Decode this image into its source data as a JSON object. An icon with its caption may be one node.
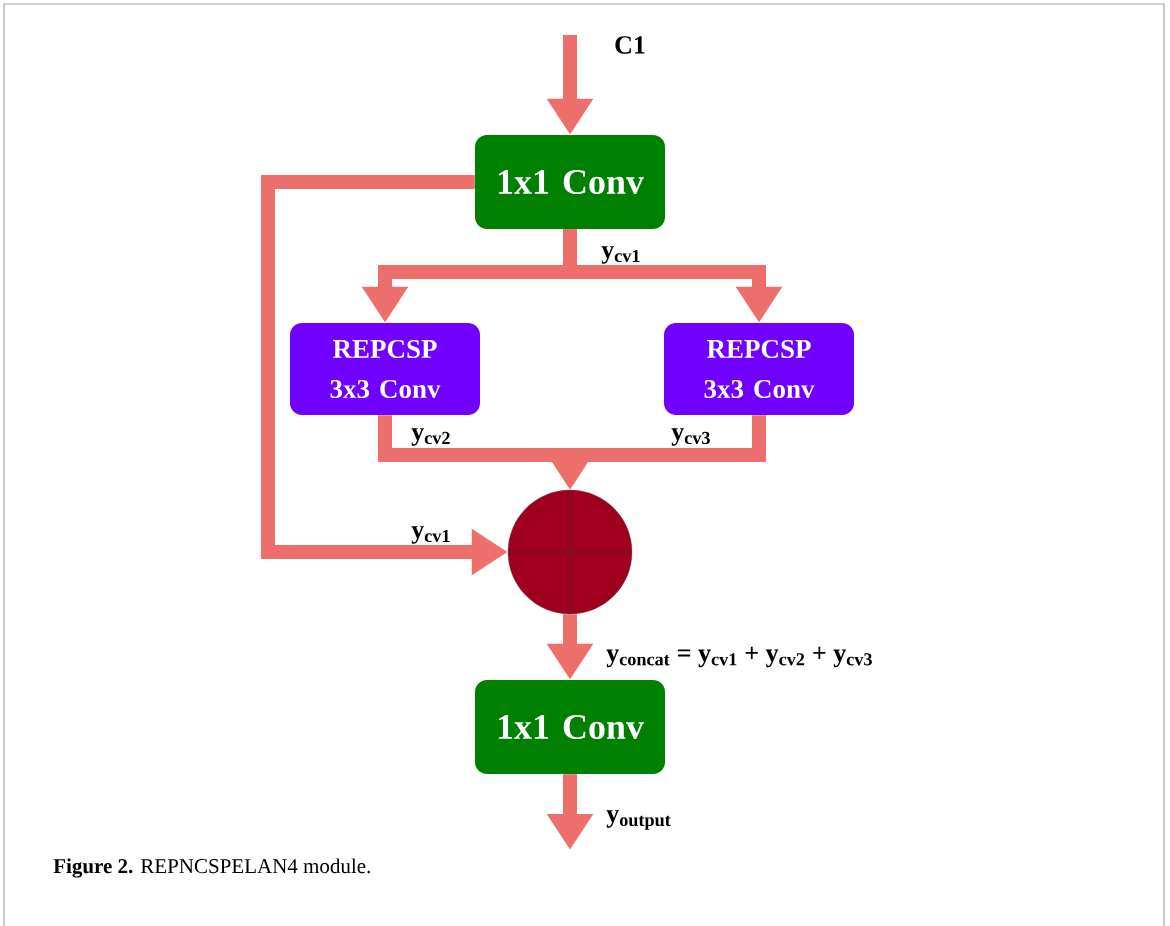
{
  "diagram": {
    "caption": "**Figure 2.** REPNCSPELAN4 module.",
    "nodes": [
      {
        "text": [
          "1x1 Conv"
        ]
      },
      {
        "text": [
          "REPCSP 3x3 Conv"
        ]
      },
      {
        "text": [
          "REPCSP 3x3 Conv"
        ]
      },
      {
        "text": [],
        "shape": "circle"
      },
      {
        "text": [
          "1x1 Conv"
        ]
      }
    ],
    "edges": [
      {
        "from": null,
        "to": 0,
        "arrow": "to",
        "label": "C1"
      },
      {
        "from": 0,
        "to": 1,
        "arrow": "to",
        "label": "y$_{cv1}$"
      },
      {
        "from": 0,
        "to": 2,
        "arrow": "to"
      },
      {
        "from": 1,
        "to": 3,
        "arrow": "to",
        "label": "y$_{cv2}$"
      },
      {
        "from": 2,
        "to": 3,
        "arrow": "to",
        "label": "y$_{cv3}$"
      },
      {
        "from": 0,
        "to": 3,
        "arrow": "to",
        "label": "y$_{cv1}$"
      },
      {
        "from": 3,
        "to": 4,
        "arrow": "to",
        "label": "y$_{concat}$ = y$_{cv1}$ + y$_{cv2}$ + y$_{cv3}$"
      },
      {
        "from": 4,
        "to": null,
        "arrow": "to",
        "label": "y$_{output}$"
      }
    ]
  }
}
